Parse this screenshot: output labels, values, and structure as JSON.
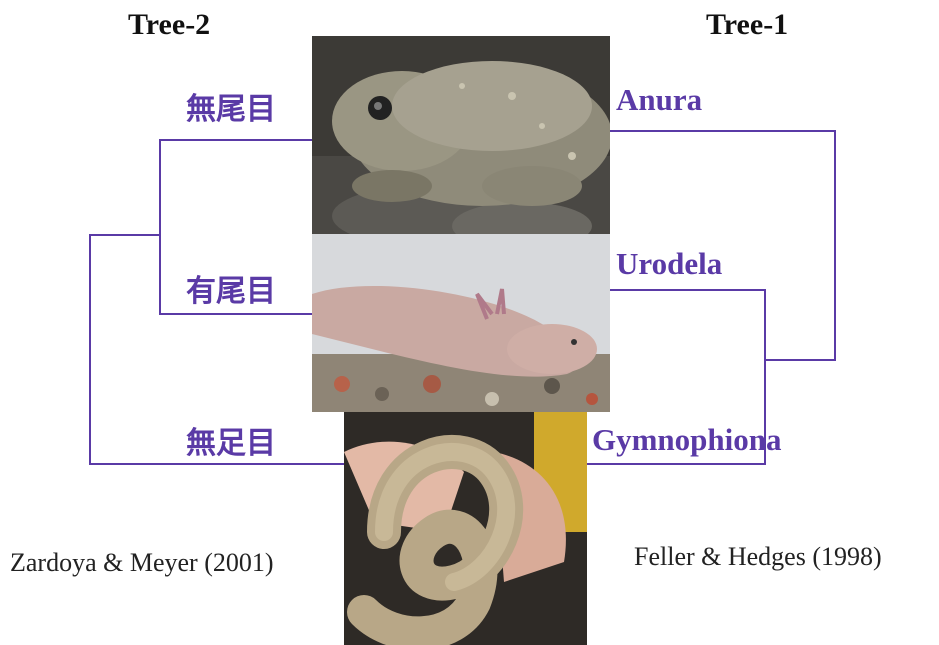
{
  "left_tree": {
    "title": "Tree-2",
    "labels": [
      "無尾目",
      "有尾目",
      "無足目"
    ],
    "citation": "Zardoya & Meyer (2001)"
  },
  "right_tree": {
    "title": "Tree-1",
    "labels": [
      "Anura",
      "Urodela",
      "Gymnophiona"
    ],
    "citation": "Feller & Hedges (1998)"
  },
  "colors": {
    "branch": "#5a3aa6",
    "label": "#5a3aa6",
    "title": "#111111"
  },
  "photos": [
    "toad-photo",
    "axolotl-photo",
    "caecilian-photo"
  ]
}
